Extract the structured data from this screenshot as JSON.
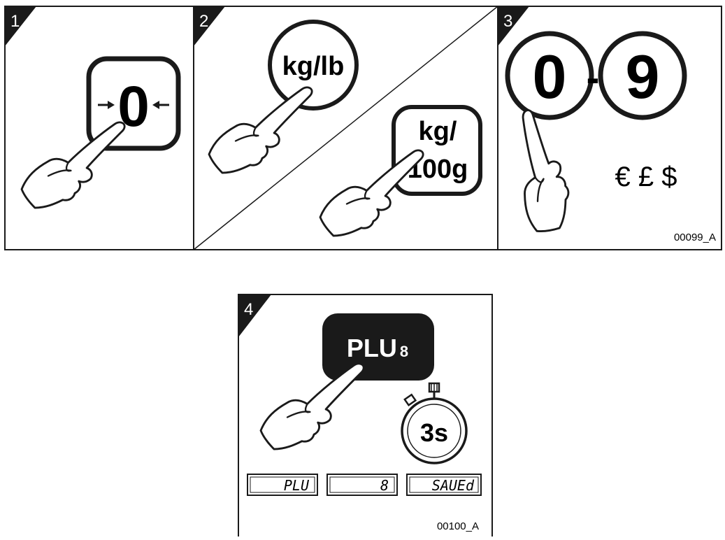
{
  "top_figure": {
    "code": "00099_A",
    "panels": [
      {
        "number": "1",
        "key_label": "0",
        "description": "zero key"
      },
      {
        "number": "2",
        "key_label_a": "kg/lb",
        "key_label_b1": "kg/",
        "key_label_b2": "100g"
      },
      {
        "number": "3",
        "key_from": "0",
        "separator": "-",
        "key_to": "9",
        "currency_symbols": "€ £ $"
      }
    ]
  },
  "bottom_figure": {
    "code": "00100_A",
    "panel_number": "4",
    "key_label": "PLU",
    "key_subscript": "8",
    "hold_time": "3s",
    "displays": [
      "PLU",
      "8",
      "SAUEd"
    ]
  },
  "colors": {
    "line": "#1a1a1a",
    "background": "#ffffff",
    "key_fill_dark": "#1a1a1a"
  }
}
